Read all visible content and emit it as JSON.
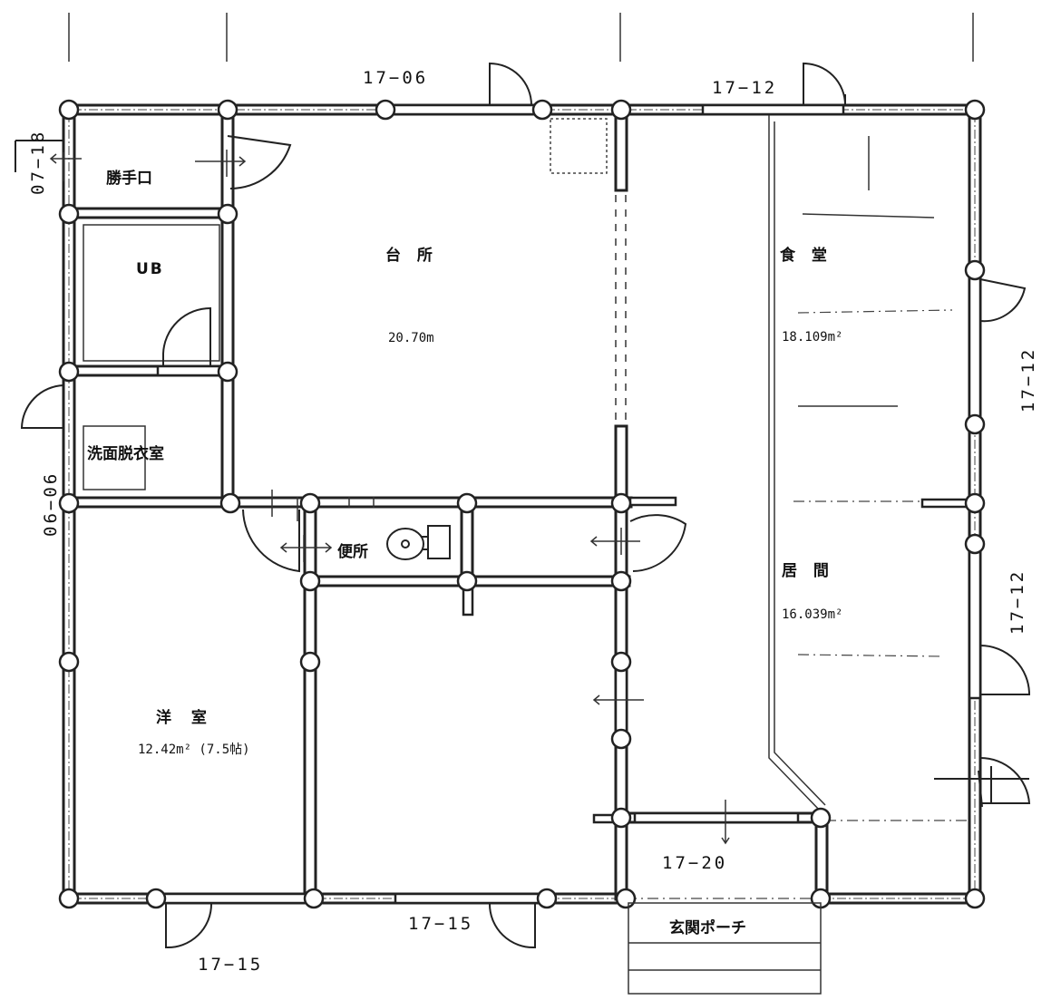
{
  "rooms": {
    "entrance_service": "勝手口",
    "unit_bath": "UB",
    "kitchen": "台 所",
    "kitchen_area": "20.70m",
    "dining": "食 堂",
    "dining_area": "18.109m²",
    "washroom": "洗面脱衣室",
    "toilet": "便所",
    "living": "居 間",
    "living_area": "16.039m²",
    "western_room": "洋 室",
    "western_room_area": "12.42m² (7.5帖)",
    "entrance_porch": "玄関ポーチ"
  },
  "codes": {
    "top_left": "17−06",
    "top_right": "17−12",
    "left_top": "07−18",
    "left_mid": "06−06",
    "right_top": "17−12",
    "right_bottom": "17−12",
    "inner_bottom": "17−20",
    "bottom_mid": "17−15",
    "bottom_left": "17−15"
  },
  "colors": {
    "line": "#222222",
    "background": "#ffffff"
  }
}
